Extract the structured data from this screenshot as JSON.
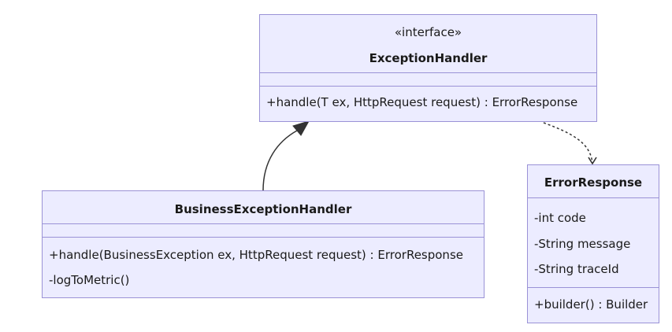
{
  "diagram": {
    "classes": [
      {
        "id": "exception-handler",
        "stereotype": "«interface»",
        "name": "ExceptionHandler",
        "attributes": [],
        "methods": [
          "+handle(T ex, HttpRequest request) : ErrorResponse"
        ]
      },
      {
        "id": "business-exception-handler",
        "stereotype": "",
        "name": "BusinessExceptionHandler",
        "attributes": [],
        "methods": [
          "+handle(BusinessException ex, HttpRequest request) : ErrorResponse",
          "-logToMetric()"
        ]
      },
      {
        "id": "error-response",
        "stereotype": "",
        "name": "ErrorResponse",
        "attributes": [
          "-int code",
          "-String message",
          "-String traceId"
        ],
        "methods": [
          "+builder() : Builder"
        ]
      }
    ],
    "relations": [
      {
        "from": "business-exception-handler",
        "to": "exception-handler",
        "type": "inheritance"
      },
      {
        "from": "exception-handler",
        "to": "error-response",
        "type": "dependency"
      }
    ],
    "colors": {
      "fill": "#ececff",
      "border": "#9a92d6",
      "edge": "#333333"
    }
  }
}
